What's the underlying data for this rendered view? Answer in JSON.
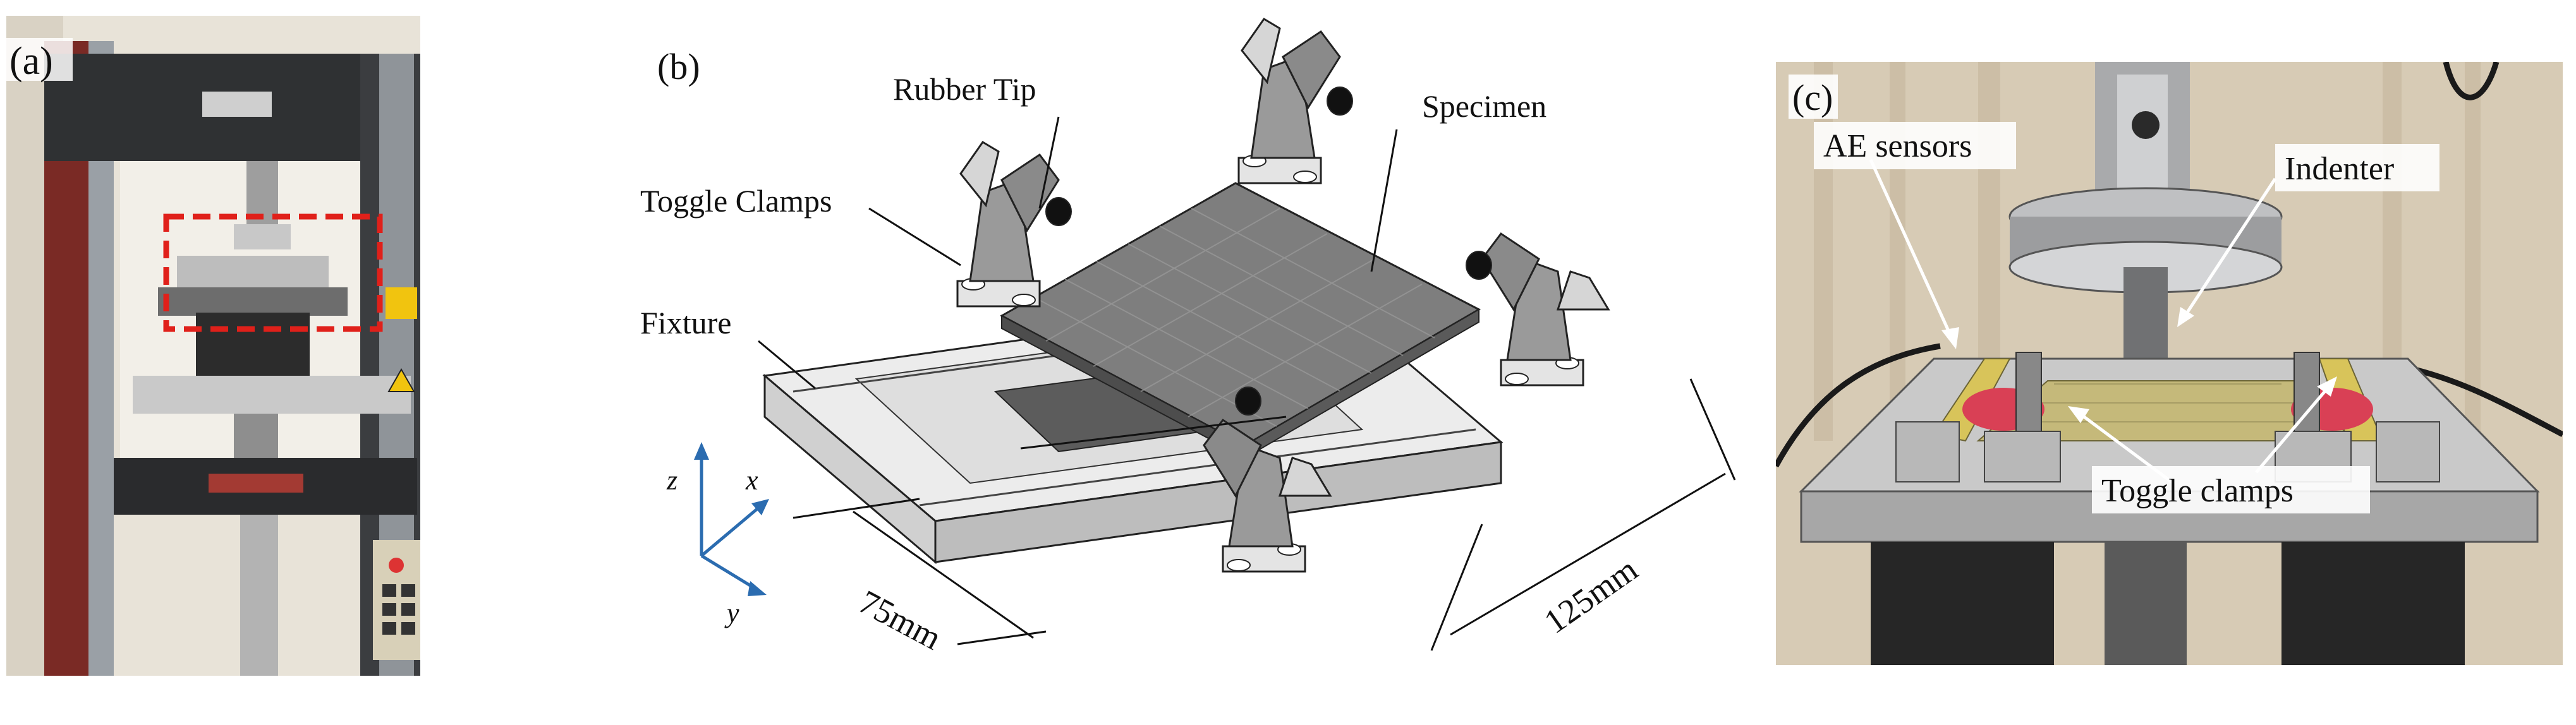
{
  "panel_a": {
    "label": "(a)"
  },
  "panel_b": {
    "label": "(b)",
    "callouts": {
      "rubber_tip": "Rubber Tip",
      "specimen": "Specimen",
      "toggle_clamps": "Toggle Clamps",
      "fixture": "Fixture"
    },
    "axes": {
      "x": "x",
      "y": "y",
      "z": "z"
    },
    "dimensions": {
      "width": "75mm",
      "length": "125mm"
    }
  },
  "panel_c": {
    "label": "(c)",
    "callouts": {
      "ae_sensors": "AE sensors",
      "indenter": "Indenter",
      "toggle_clamps": "Toggle clamps"
    }
  },
  "colors": {
    "highlight_box": "#e0201a",
    "axis_arrows": "#2b6cb0",
    "fixture_gray": "#dcdcdc",
    "specimen_gray": "#8a8a8a",
    "machine_dark": "#3a3a3a"
  },
  "icons": [
    "testing-machine-photo",
    "fixture-schematic",
    "test-setup-photo"
  ]
}
